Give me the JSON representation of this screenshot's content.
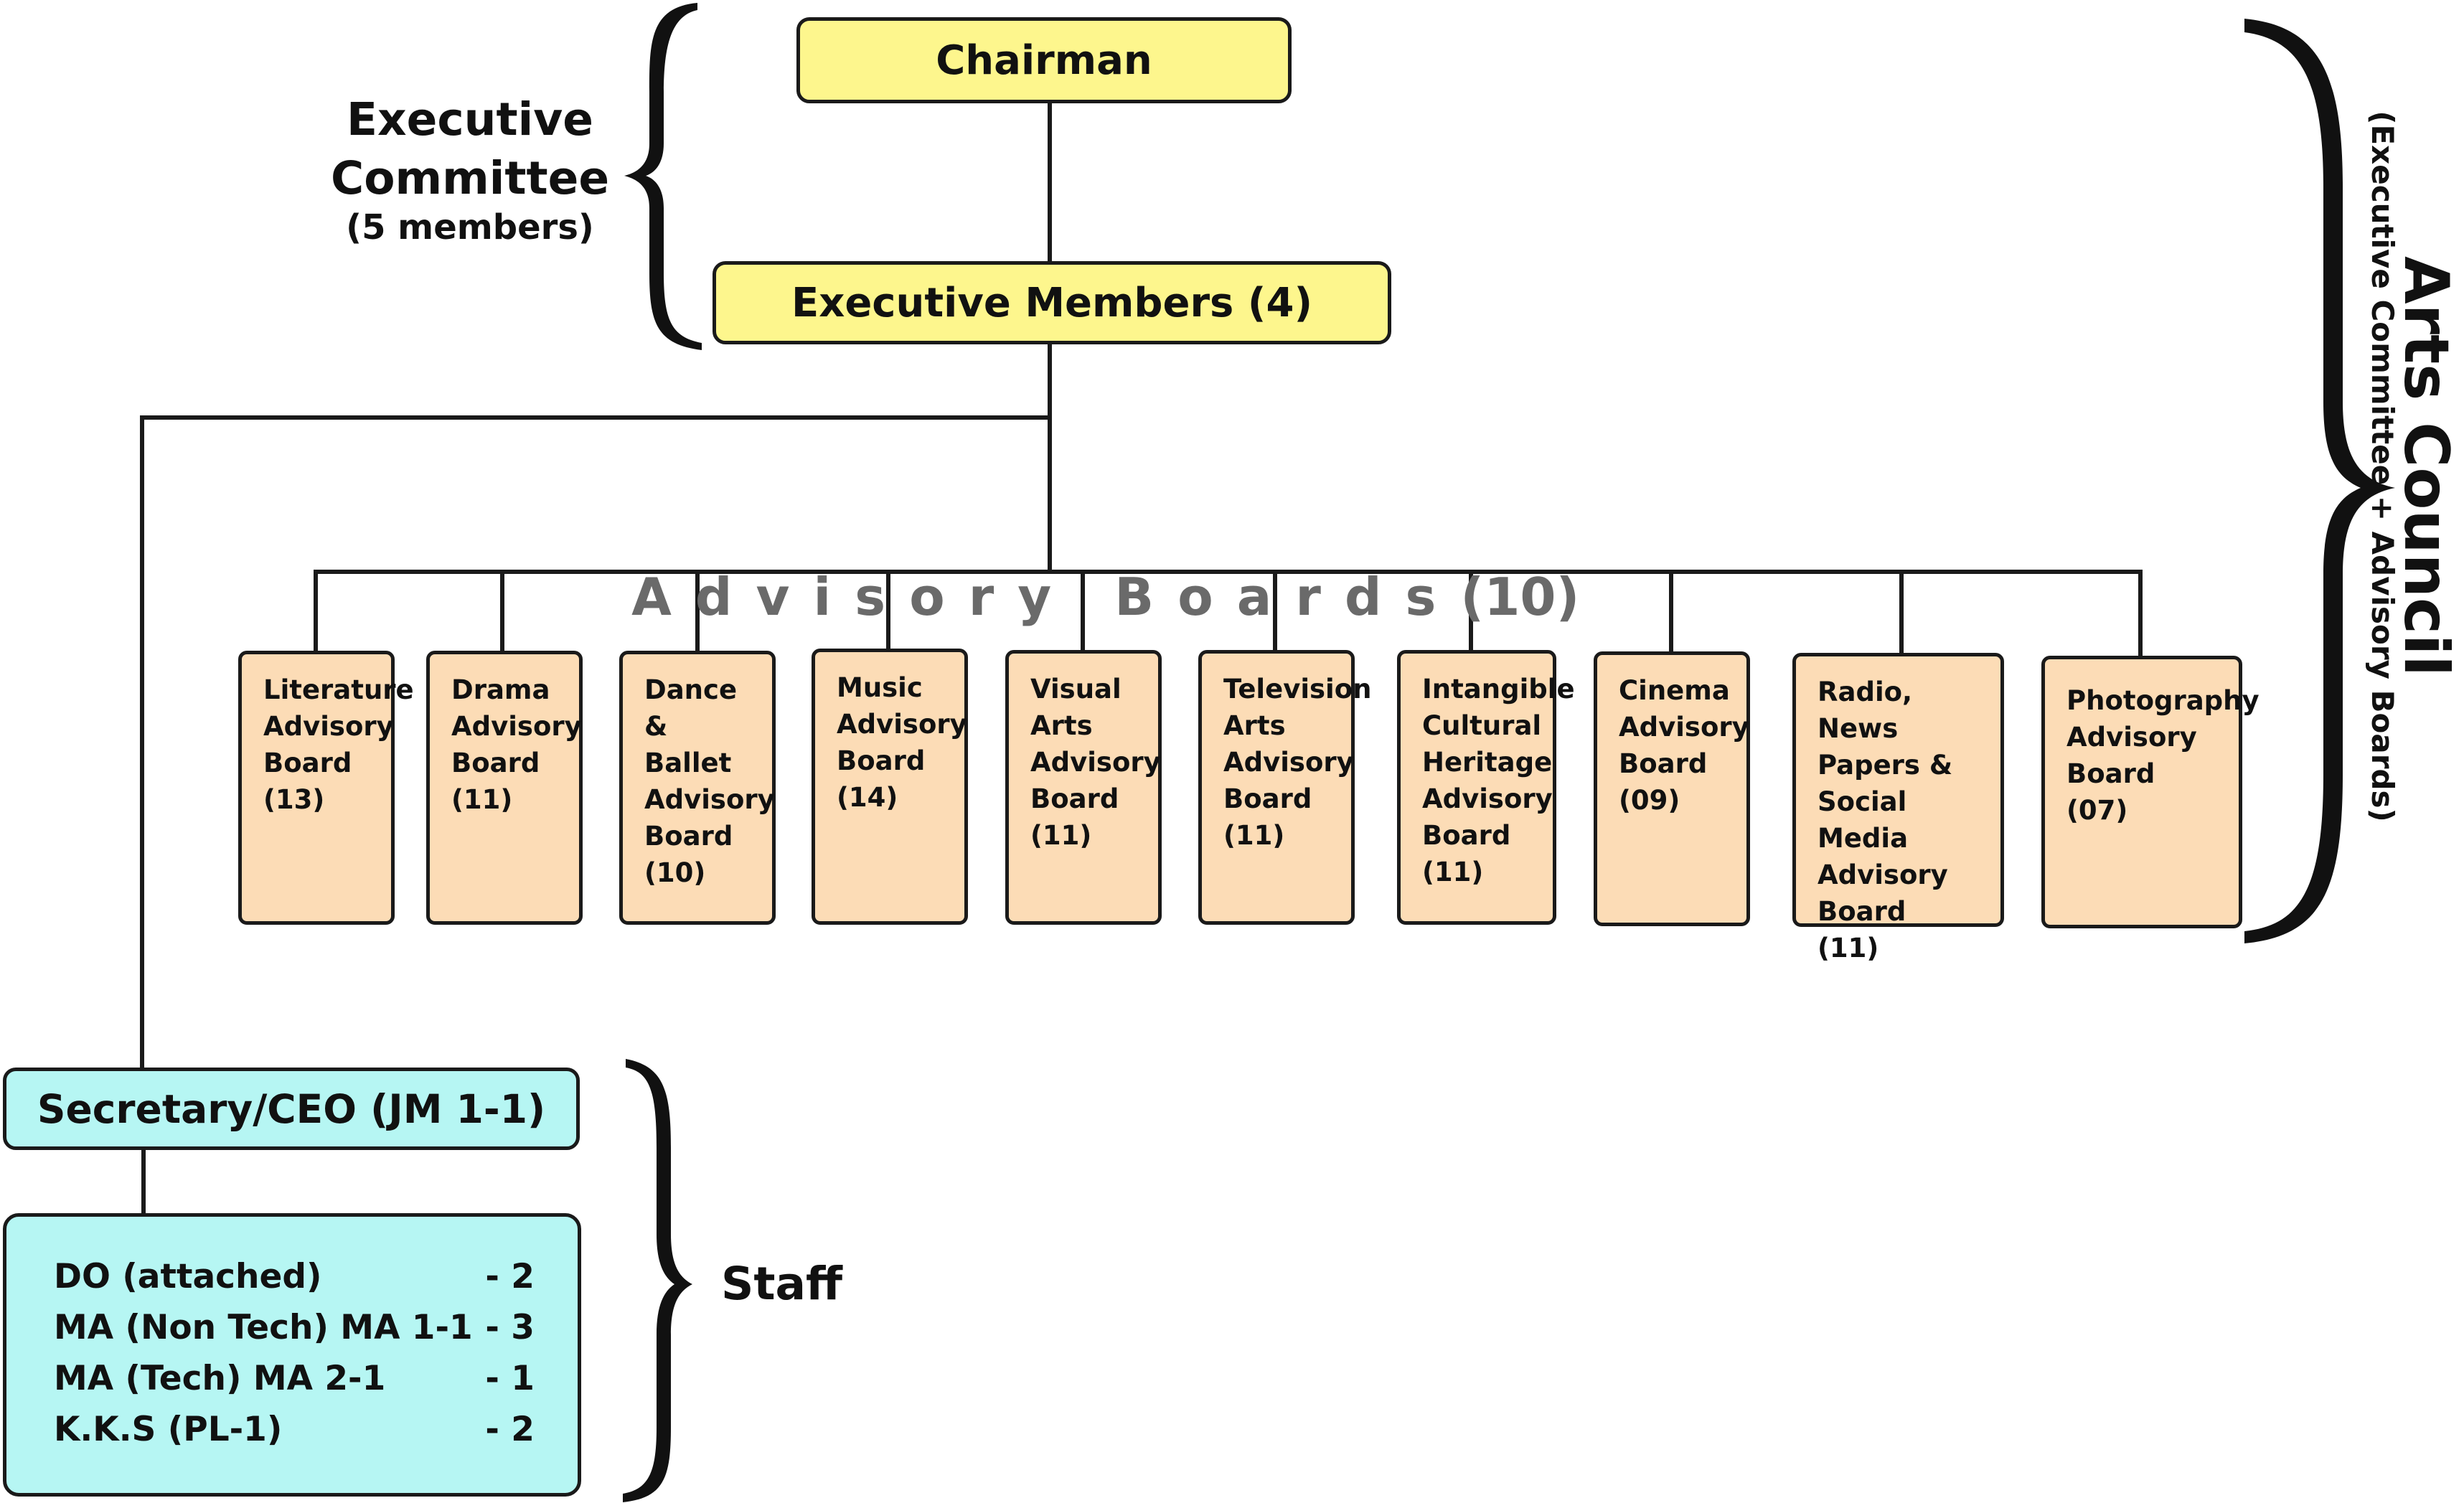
{
  "chairman": "Chairman",
  "executive_members": "Executive Members (4)",
  "executive_committee": {
    "line1": "Executive",
    "line2": "Committee",
    "line3": "(5 members)"
  },
  "advisory_boards_label_1": "A d v i s o r y",
  "advisory_boards_label_2": "B o a r d s",
  "advisory_boards_count": "(10)",
  "boards": [
    "Literature\nAdvisory\nBoard\n(13)",
    "Drama\nAdvisory\nBoard\n(11)",
    "Dance &\nBallet\nAdvisory\nBoard\n(10)",
    "Music\nAdvisory\nBoard\n(14)",
    "Visual\nArts\nAdvisory\nBoard\n(11)",
    "Television\nArts\nAdvisory\nBoard\n(11)",
    "Intangible\nCultural\nHeritage\nAdvisory\nBoard\n(11)",
    "Cinema\nAdvisory\nBoard\n(09)",
    "Radio,\nNews\nPapers &\nSocial Media\nAdvisory\nBoard\n(11)",
    "Photography\nAdvisory\nBoard\n(07)"
  ],
  "arts_council": {
    "title": "Arts Council",
    "subtitle": "(Executive Committee + Advisory Boards)"
  },
  "secretary": "Secretary/CEO (JM 1-1)",
  "staff_label": "Staff",
  "staff": [
    {
      "role": "DO (attached)",
      "count": "- 2"
    },
    {
      "role": "MA (Non Tech) MA 1-1",
      "count": "- 3"
    },
    {
      "role": "MA (Tech) MA 2-1",
      "count": "- 1"
    },
    {
      "role": "K.K.S (PL-1)",
      "count": "- 2"
    }
  ]
}
